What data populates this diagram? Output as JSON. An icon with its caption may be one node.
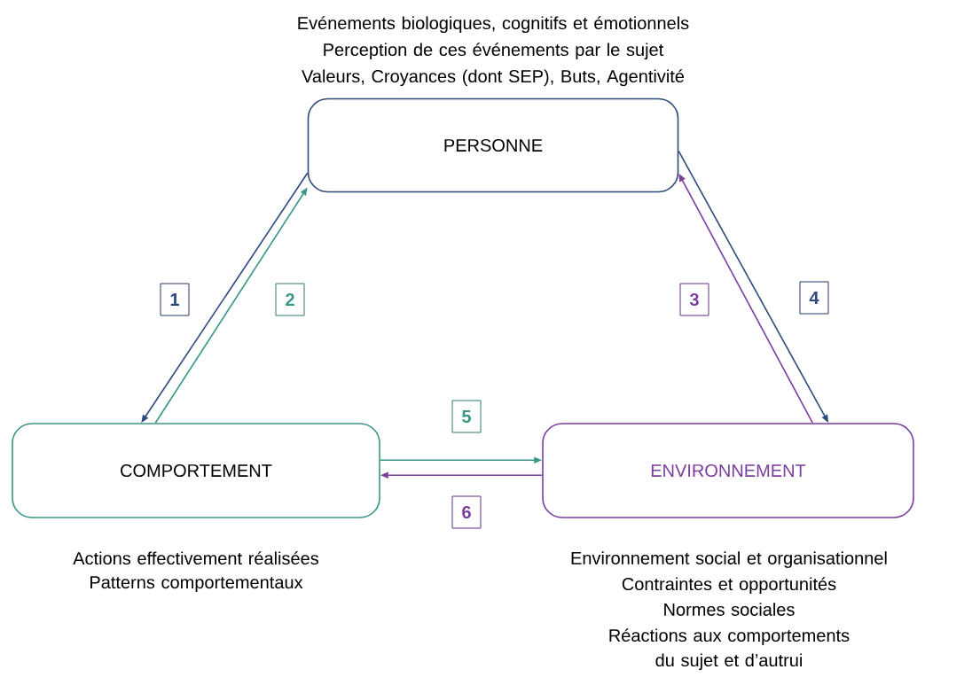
{
  "diagram": {
    "nodes": [
      {
        "text": [
          "PERSONNE"
        ],
        "beside": [
          "Evénements biologiques, cognitifs et émotionnels",
          "Perception de ces événements par le sujet",
          "Valeurs, Croyances (dont SEP), Buts, Agentivité"
        ]
      },
      {
        "text": [
          "COMPORTEMENT"
        ],
        "beside": [
          "Actions effectivement réalisées",
          "Patterns comportementaux"
        ]
      },
      {
        "text": [
          "ENVIRONNEMENT"
        ],
        "beside": [
          "Environnement social et organisationnel",
          "Contraintes et opportunités",
          "Normes sociales",
          "Réactions aux comportements du sujet et d’autrui"
        ]
      }
    ],
    "edges": [
      {
        "from": 0,
        "to": 1,
        "arrow": "to",
        "label": "1",
        "color": "#2d4a7a"
      },
      {
        "from": 1,
        "to": 0,
        "arrow": "to",
        "label": "2",
        "color": "#3a9688"
      },
      {
        "from": 2,
        "to": 0,
        "arrow": "to",
        "label": "3",
        "color": "#7b3d9e"
      },
      {
        "from": 0,
        "to": 2,
        "arrow": "to",
        "label": "4",
        "color": "#2d4a7a"
      },
      {
        "from": 1,
        "to": 2,
        "arrow": "to",
        "label": "5",
        "color": "#3a9688"
      },
      {
        "from": 2,
        "to": 1,
        "arrow": "to",
        "label": "6",
        "color": "#7b3d9e"
      }
    ]
  }
}
